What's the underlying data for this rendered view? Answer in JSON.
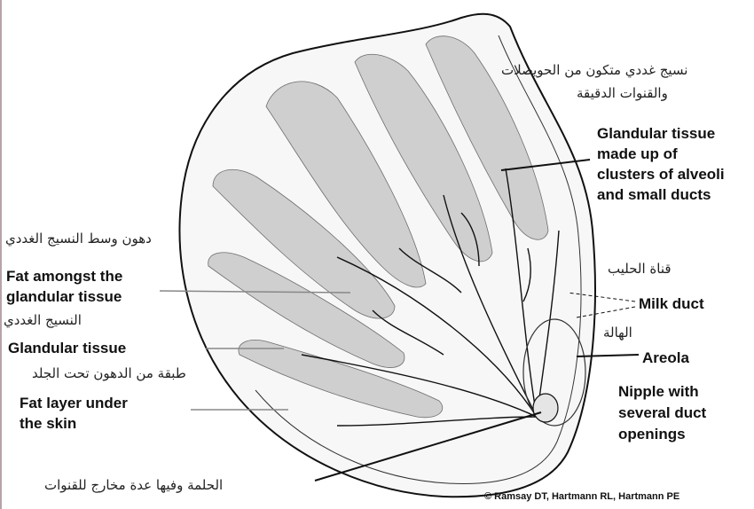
{
  "labels": {
    "glandular_alveoli_ar_1": "نسيج غددي متكون من الحويصلات",
    "glandular_alveoli_ar_2": "والقنوات الدقيقة",
    "glandular_alveoli_en_1": "Glandular tissue",
    "glandular_alveoli_en_2": "made up of",
    "glandular_alveoli_en_3": "clusters of alveoli",
    "glandular_alveoli_en_4": "and small ducts",
    "fat_amongst_ar": "دهون وسط النسيج الغددي",
    "fat_amongst_en_1": "Fat amongst the",
    "fat_amongst_en_2": "glandular tissue",
    "glandular_ar": "النسيج الغددي",
    "glandular_en": "Glandular tissue",
    "fat_layer_ar": "طبقة من الدهون تحت الجلد",
    "fat_layer_en_1": "Fat layer under",
    "fat_layer_en_2": "the skin",
    "milk_duct_ar": "قناة الحليب",
    "milk_duct_en": "Milk duct",
    "areola_ar": "الهالة",
    "areola_en": "Areola",
    "nipple_en_1": "Nipple with",
    "nipple_en_2": "several duct",
    "nipple_en_3": "openings",
    "nipple_ar": "الحلمة وفيها عدة مخارج للقنوات",
    "copyright": "© Ramsay DT, Hartmann RL, Hartmann PE"
  },
  "colors": {
    "line": "#111111",
    "pointer": "#888888",
    "background": "#ffffff"
  }
}
